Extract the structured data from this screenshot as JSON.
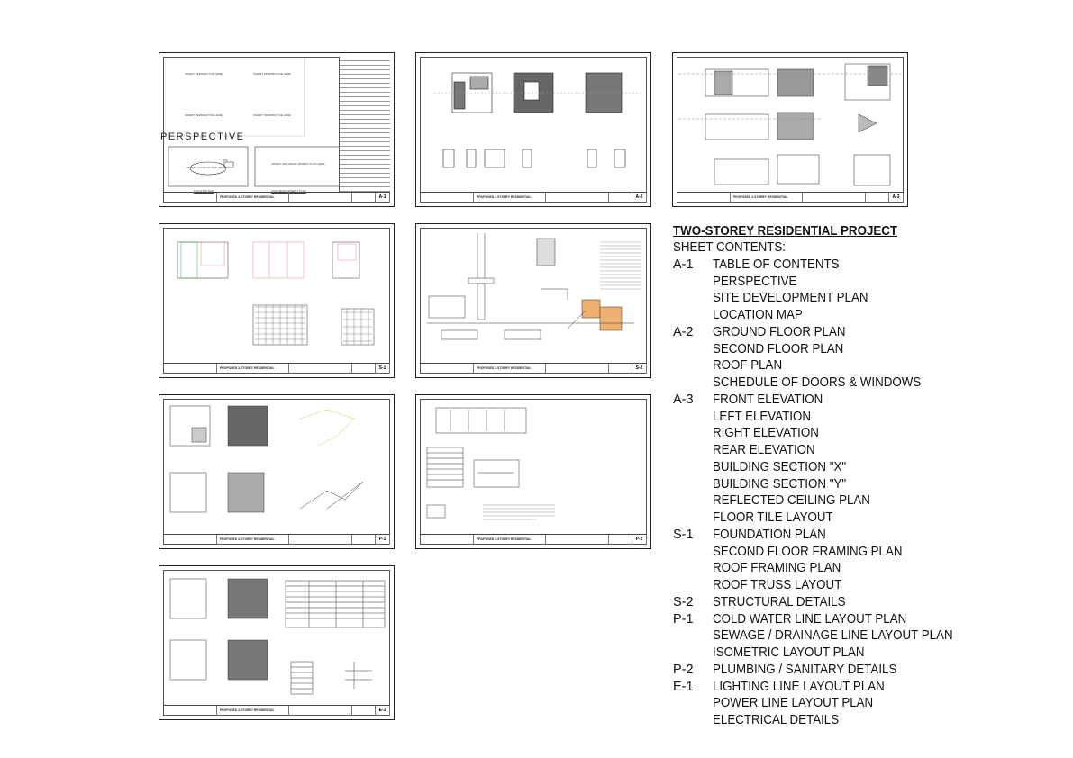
{
  "project_title": "TWO-STOREY RESIDENTIAL PROJECT",
  "sheet_contents_label": "SHEET CONTENTS:",
  "contents": [
    {
      "code": "A-1",
      "item": "TABLE OF CONTENTS"
    },
    {
      "code": "",
      "item": "PERSPECTIVE"
    },
    {
      "code": "",
      "item": "SITE DEVELOPMENT PLAN"
    },
    {
      "code": "",
      "item": "LOCATION MAP"
    },
    {
      "code": "A-2",
      "item": "GROUND FLOOR PLAN"
    },
    {
      "code": "",
      "item": "SECOND FLOOR PLAN"
    },
    {
      "code": "",
      "item": "ROOF PLAN"
    },
    {
      "code": "",
      "item": "SCHEDULE OF DOORS & WINDOWS"
    },
    {
      "code": "A-3",
      "item": "FRONT ELEVATION"
    },
    {
      "code": "",
      "item": "LEFT ELEVATION"
    },
    {
      "code": "",
      "item": "RIGHT ELEVATION"
    },
    {
      "code": "",
      "item": "REAR ELEVATION"
    },
    {
      "code": "",
      "item": "BUILDING SECTION \"X\""
    },
    {
      "code": "",
      "item": "BUILDING SECTION \"Y\""
    },
    {
      "code": "",
      "item": "REFLECTED CEILING PLAN"
    },
    {
      "code": "",
      "item": "FLOOR TILE LAYOUT"
    },
    {
      "code": "S-1",
      "item": "FOUNDATION PLAN"
    },
    {
      "code": "",
      "item": "SECOND FLOOR FRAMING PLAN"
    },
    {
      "code": "",
      "item": "ROOF FRAMING PLAN"
    },
    {
      "code": "",
      "item": "ROOF TRUSS LAYOUT"
    },
    {
      "code": "S-2",
      "item": "STRUCTURAL DETAILS"
    },
    {
      "code": "P-1",
      "item": "COLD WATER LINE LAYOUT PLAN"
    },
    {
      "code": "",
      "item": "SEWAGE / DRAINAGE LINE LAYOUT PLAN"
    },
    {
      "code": "",
      "item": "ISOMETRIC LAYOUT PLAN"
    },
    {
      "code": "P-2",
      "item": "PLUMBING / SANITARY DETAILS"
    },
    {
      "code": "E-1",
      "item": "LIGHTING LINE LAYOUT PLAN"
    },
    {
      "code": "",
      "item": "POWER LINE LAYOUT PLAN"
    },
    {
      "code": "",
      "item": "ELECTRICAL DETAILS"
    }
  ],
  "thumb_a1": {
    "perspective_label": "PERSPECTIVE",
    "placeholders": [
      "INSERT PERSPECTIVE HERE",
      "INSERT PERSPECTIVE HERE",
      "INSERT PERSPECTIVE HERE",
      "INSERT PERSPECTIVE HERE"
    ],
    "location_placeholder": "INSERT LOCATION MAP HERE",
    "site_placeholder": "INSERT SITE DEVELOPMENT PLAN HERE",
    "site_title": "SITE DEVELOPMENT PLAN",
    "location_title": "LOCATION MAP",
    "site_tag": "SITE"
  },
  "thumb_titles": {
    "project": "PROPOSED 2-STOREY RESIDENTIAL"
  },
  "sheet_numbers": [
    "A-1",
    "A-2",
    "A-3",
    "S-1",
    "S-2",
    "P-1",
    "P-2",
    "E-1"
  ]
}
